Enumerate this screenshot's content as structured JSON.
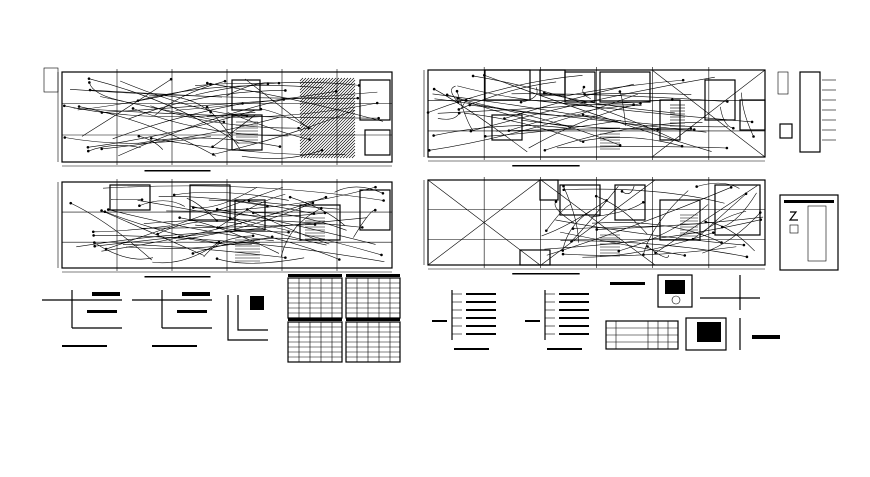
{
  "drawing": {
    "colors": {
      "background": "#ffffff",
      "lines": "#000000"
    },
    "sheets": [
      {
        "id": "floor-plan-1"
      },
      {
        "id": "floor-plan-2"
      },
      {
        "id": "floor-plan-3"
      },
      {
        "id": "floor-plan-4"
      },
      {
        "id": "riser-detail"
      },
      {
        "id": "legend-panel"
      }
    ]
  }
}
